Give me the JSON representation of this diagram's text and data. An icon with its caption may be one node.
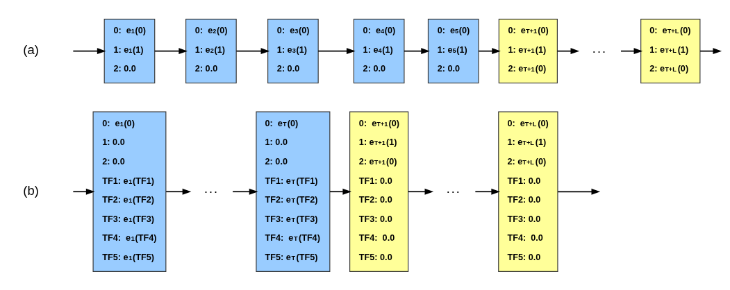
{
  "diagram": {
    "nodes": [
      {
        "text": [
          "0:  e$_{1}$(0)",
          "1: e$_{1}$(1)",
          "2: 0.0"
        ]
      },
      {
        "text": [
          "0:  e$_{2}$(0)",
          "1: e$_{2}$(1)",
          "2: 0.0"
        ]
      },
      {
        "text": [
          "0:  e$_{3}$(0)",
          "1: e$_{3}$(1)",
          "2: 0.0"
        ]
      },
      {
        "text": [
          "0:  e$_{4}$(0)",
          "1: e$_{4}$(1)",
          "2: 0.0"
        ]
      },
      {
        "text": [
          "0:  e$_{5}$(0)",
          "1: e$_{5}$(1)",
          "2: 0.0"
        ]
      },
      {
        "text": [
          "0:  e$_{T+1}$(0)",
          "1: e$_{T+1}$(1)",
          "2: e$_{T+1}$(0)"
        ]
      },
      {
        "text": [
          ". . ."
        ]
      },
      {
        "text": [
          "0:  e$_{T+L}$(0)",
          "1: e$_{T+L}$(1)",
          "2: e$_{T+L}$(0)"
        ]
      },
      {
        "text": [
          "0:  e$_{1}$(0)",
          "1: 0.0",
          "2: 0.0",
          "TF1: e$_{1}$(TF1)",
          "TF2: e$_{1}$(TF2)",
          "TF3: e$_{1}$(TF3)",
          "TF4:  e$_{1}$(TF4)",
          "TF5: e$_{1}$(TF5)"
        ]
      },
      {
        "text": [
          ". . ."
        ]
      },
      {
        "text": [
          "0:  e$_{T}$(0)",
          "1: 0.0",
          "2: 0.0",
          "TF1: e$_{T}$(TF1)",
          "TF2: e$_{T}$(TF2)",
          "TF3: e$_{T}$(TF3)",
          "TF4:  e$_{T}$(TF4)",
          "TF5: e$_{T}$(TF5)"
        ]
      },
      {
        "text": [
          "0:  e$_{T+1}$(0)",
          "1: e$_{T+1}$(1)",
          "2: e$_{T+1}$(0)",
          "TF1: 0.0",
          "TF2: 0.0",
          "TF3: 0.0",
          "TF4:  0.0",
          "TF5: 0.0"
        ]
      },
      {
        "text": [
          ". . ."
        ]
      },
      {
        "text": [
          "0:  e$_{T+L}$(0)",
          "1: e$_{T+L}$(1)",
          "2: e$_{T+L}$(0)",
          "TF1: 0.0",
          "TF2: 0.0",
          "TF3: 0.0",
          "TF4:  0.0",
          "TF5: 0.0"
        ]
      }
    ],
    "edges": [
      {
        "from": null,
        "to": 0,
        "arrow": "to"
      },
      {
        "from": 0,
        "to": 1,
        "arrow": "to"
      },
      {
        "from": 1,
        "to": 2,
        "arrow": "to"
      },
      {
        "from": 2,
        "to": 3,
        "arrow": "to"
      },
      {
        "from": 3,
        "to": 4,
        "arrow": "to"
      },
      {
        "from": 4,
        "to": 5,
        "arrow": "to"
      },
      {
        "from": 5,
        "to": 6,
        "arrow": "to"
      },
      {
        "from": 6,
        "to": 7,
        "arrow": "to"
      },
      {
        "from": 7,
        "to": null,
        "arrow": "to"
      },
      {
        "from": null,
        "to": 8,
        "arrow": "to"
      },
      {
        "from": 8,
        "to": 9,
        "arrow": "to"
      },
      {
        "from": 9,
        "to": 10,
        "arrow": "to"
      },
      {
        "from": 10,
        "to": 11,
        "arrow": "to"
      },
      {
        "from": 11,
        "to": 12,
        "arrow": "to"
      },
      {
        "from": 12,
        "to": 13,
        "arrow": "to"
      },
      {
        "from": 13,
        "to": null,
        "arrow": "to"
      }
    ],
    "labels": [
      "(a)",
      "(b)"
    ]
  }
}
